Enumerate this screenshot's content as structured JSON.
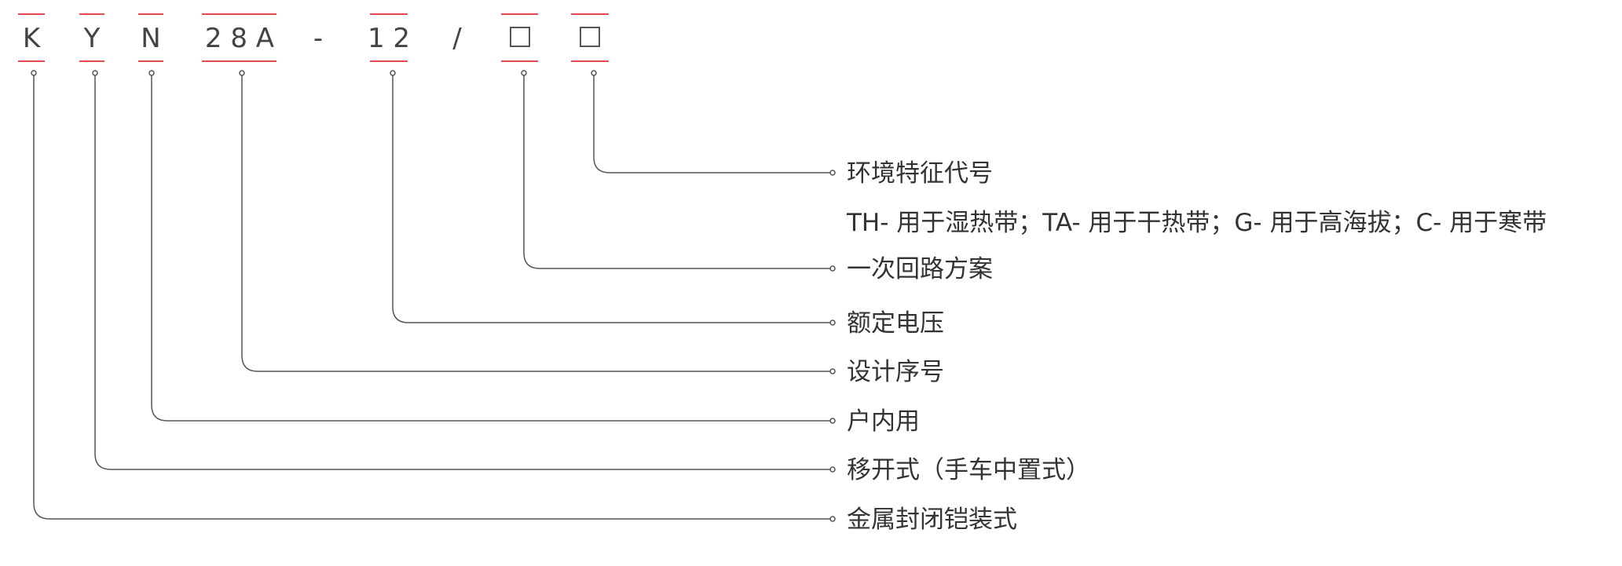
{
  "code_segments": [
    {
      "id": "k",
      "text": "K"
    },
    {
      "id": "y",
      "text": "Y"
    },
    {
      "id": "n",
      "text": "N"
    },
    {
      "id": "design",
      "text": "2 8 A"
    },
    {
      "id": "dash",
      "text": "-"
    },
    {
      "id": "voltage",
      "text": "1 2"
    },
    {
      "id": "slash",
      "text": "/"
    },
    {
      "id": "scheme",
      "text": "□"
    },
    {
      "id": "env",
      "text": "□"
    }
  ],
  "labels": {
    "env": "环境特征代号",
    "env_detail": "TH- 用于湿热带；TA- 用于干热带；G- 用于高海拔；C- 用于寒带",
    "scheme": "一次回路方案",
    "voltage": "额定电压",
    "design": "设计序号",
    "n": "户内用",
    "y": "移开式（手车中置式）",
    "k": "金属封闭铠装式"
  },
  "colors": {
    "accent_red": "#e24b4b",
    "leader_gray": "#555555",
    "text": "#333333"
  }
}
